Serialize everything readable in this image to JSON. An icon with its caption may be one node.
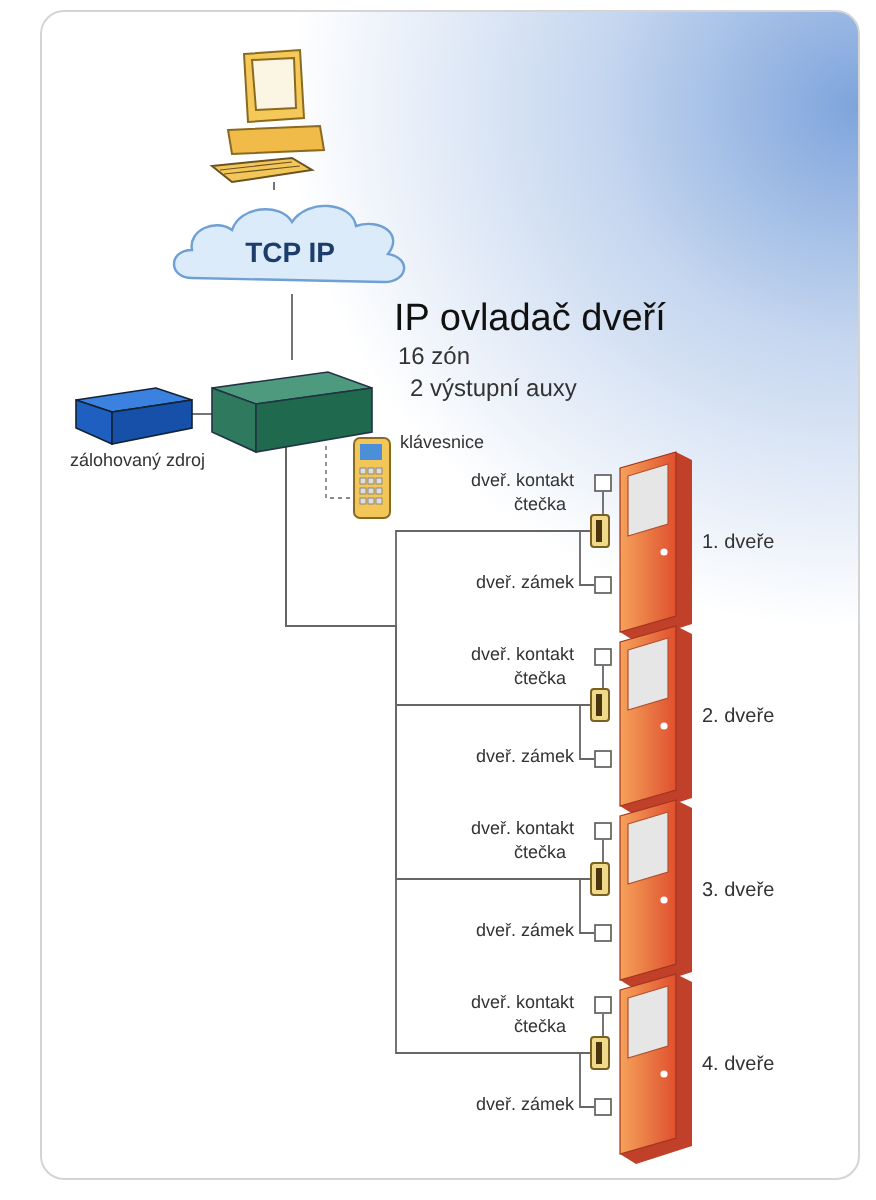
{
  "diagram": {
    "nodes": [
      {
        "text": [],
        "shape": "picture"
      },
      {
        "text": [
          "TCP IP"
        ]
      },
      {
        "text": [],
        "shape": "box",
        "beside": [
          "IP ovladač dveří",
          "16 zón",
          "2 výstupní auxy"
        ]
      },
      {
        "text": [],
        "shape": "box",
        "beside": [
          "zálohovaný zdroj"
        ]
      },
      {
        "text": [],
        "shape": "picture",
        "beside": [
          "klávesnice"
        ]
      },
      {
        "text": [],
        "shape": "box",
        "beside": [
          "dveř. kontakt"
        ]
      },
      {
        "text": [],
        "shape": "picture",
        "beside": [
          "čtečka"
        ]
      },
      {
        "text": [],
        "shape": "box",
        "beside": [
          "dveř. zámek"
        ]
      },
      {
        "text": [],
        "shape": "picture",
        "beside": [
          "1. dveře"
        ]
      },
      {
        "text": [],
        "shape": "box",
        "beside": [
          "dveř. kontakt"
        ]
      },
      {
        "text": [],
        "shape": "picture",
        "beside": [
          "čtečka"
        ]
      },
      {
        "text": [],
        "shape": "box",
        "beside": [
          "dveř. zámek"
        ]
      },
      {
        "text": [],
        "shape": "picture",
        "beside": [
          "2. dveře"
        ]
      },
      {
        "text": [],
        "shape": "box",
        "beside": [
          "dveř. kontakt"
        ]
      },
      {
        "text": [],
        "shape": "picture",
        "beside": [
          "čtečka"
        ]
      },
      {
        "text": [],
        "shape": "box",
        "beside": [
          "dveř. zámek"
        ]
      },
      {
        "text": [],
        "shape": "picture",
        "beside": [
          "3. dveře"
        ]
      },
      {
        "text": [],
        "shape": "box",
        "beside": [
          "dveř. kontakt"
        ]
      },
      {
        "text": [],
        "shape": "picture",
        "beside": [
          "čtečka"
        ]
      },
      {
        "text": [],
        "shape": "box",
        "beside": [
          "dveř. zámek"
        ]
      },
      {
        "text": [],
        "shape": "picture",
        "beside": [
          "4. dveře"
        ]
      }
    ],
    "edges": [
      {
        "from": 0,
        "to": 1,
        "arrow": "none"
      },
      {
        "from": 1,
        "to": 2,
        "arrow": "none"
      },
      {
        "from": 3,
        "to": 2,
        "arrow": "none"
      },
      {
        "from": 2,
        "to": 4,
        "arrow": "none",
        "style": "dashed"
      },
      {
        "from": 2,
        "to": 6,
        "arrow": "none"
      },
      {
        "from": 5,
        "to": 6,
        "arrow": "none"
      },
      {
        "from": 7,
        "to": 6,
        "arrow": "none"
      },
      {
        "from": 2,
        "to": 10,
        "arrow": "none"
      },
      {
        "from": 9,
        "to": 10,
        "arrow": "none"
      },
      {
        "from": 11,
        "to": 10,
        "arrow": "none"
      },
      {
        "from": 2,
        "to": 14,
        "arrow": "none"
      },
      {
        "from": 13,
        "to": 14,
        "arrow": "none"
      },
      {
        "from": 15,
        "to": 14,
        "arrow": "none"
      },
      {
        "from": 2,
        "to": 18,
        "arrow": "none"
      },
      {
        "from": 17,
        "to": 18,
        "arrow": "none"
      },
      {
        "from": 19,
        "to": 18,
        "arrow": "none"
      }
    ]
  }
}
